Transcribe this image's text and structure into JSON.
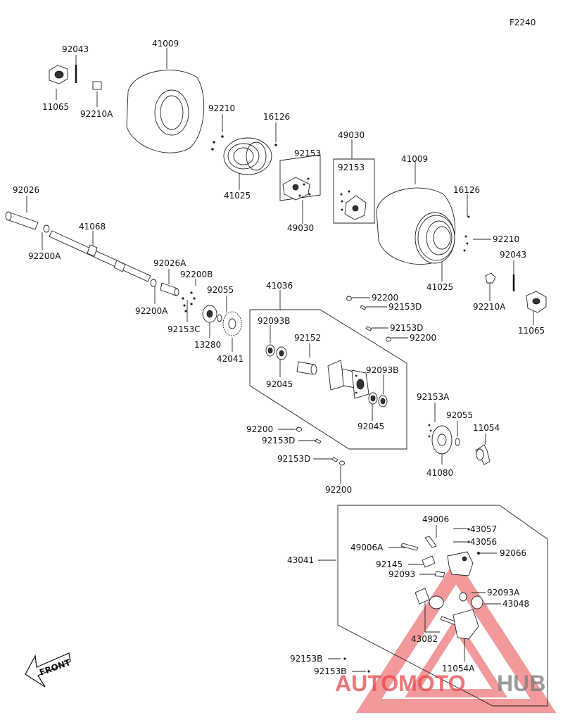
{
  "diagram_code": "F2240",
  "labels": [
    {
      "id": "l01",
      "text": "92043"
    },
    {
      "id": "l02",
      "text": "41009"
    },
    {
      "id": "l03",
      "text": "11065"
    },
    {
      "id": "l04",
      "text": "92210A"
    },
    {
      "id": "l05",
      "text": "92210"
    },
    {
      "id": "l06",
      "text": "16126"
    },
    {
      "id": "l07",
      "text": "49030"
    },
    {
      "id": "l08",
      "text": "92153"
    },
    {
      "id": "l09",
      "text": "41025"
    },
    {
      "id": "l10",
      "text": "49030"
    },
    {
      "id": "l11",
      "text": "41009"
    },
    {
      "id": "l12",
      "text": "92153"
    },
    {
      "id": "l13",
      "text": "16126"
    },
    {
      "id": "l14",
      "text": "92210"
    },
    {
      "id": "l15",
      "text": "92026"
    },
    {
      "id": "l16",
      "text": "41068"
    },
    {
      "id": "l17",
      "text": "92200A"
    },
    {
      "id": "l18",
      "text": "92043"
    },
    {
      "id": "l19",
      "text": "41025"
    },
    {
      "id": "l20",
      "text": "92210A"
    },
    {
      "id": "l21",
      "text": "11065"
    },
    {
      "id": "l22",
      "text": "92026A"
    },
    {
      "id": "l23",
      "text": "92200B"
    },
    {
      "id": "l24",
      "text": "41036"
    },
    {
      "id": "l25",
      "text": "92055"
    },
    {
      "id": "l26",
      "text": "92200A"
    },
    {
      "id": "l27",
      "text": "92153C"
    },
    {
      "id": "l28",
      "text": "13280"
    },
    {
      "id": "l29",
      "text": "42041"
    },
    {
      "id": "l30",
      "text": "92200"
    },
    {
      "id": "l31",
      "text": "92153D"
    },
    {
      "id": "l32",
      "text": "92093B"
    },
    {
      "id": "l33",
      "text": "92153D"
    },
    {
      "id": "l34",
      "text": "92200"
    },
    {
      "id": "l35",
      "text": "92152"
    },
    {
      "id": "l36",
      "text": "92093B"
    },
    {
      "id": "l37",
      "text": "92045"
    },
    {
      "id": "l38",
      "text": "92045"
    },
    {
      "id": "l39",
      "text": "92153A"
    },
    {
      "id": "l40",
      "text": "92055"
    },
    {
      "id": "l41",
      "text": "11054"
    },
    {
      "id": "l42",
      "text": "92200"
    },
    {
      "id": "l43",
      "text": "92153D"
    },
    {
      "id": "l44",
      "text": "92153D"
    },
    {
      "id": "l45",
      "text": "41080"
    },
    {
      "id": "l46",
      "text": "92200"
    },
    {
      "id": "l47",
      "text": "49006"
    },
    {
      "id": "l48",
      "text": "43057"
    },
    {
      "id": "l49",
      "text": "49006A"
    },
    {
      "id": "l50",
      "text": "43056"
    },
    {
      "id": "l51",
      "text": "43041"
    },
    {
      "id": "l52",
      "text": "92066"
    },
    {
      "id": "l53",
      "text": "92145"
    },
    {
      "id": "l54",
      "text": "92093"
    },
    {
      "id": "l55",
      "text": "92093A"
    },
    {
      "id": "l56",
      "text": "43048"
    },
    {
      "id": "l57",
      "text": "43082"
    },
    {
      "id": "l58",
      "text": "92153B"
    },
    {
      "id": "l59",
      "text": "11054A"
    },
    {
      "id": "l60",
      "text": "92153B"
    }
  ],
  "front_arrow": {
    "text": "FRONT"
  },
  "watermark": {
    "text_a": "AUTOMOTO",
    "text_b": "HUB"
  },
  "colors": {
    "ink": "#222222",
    "watermark_red": "#e8474a",
    "watermark_grey": "#7a7a7a"
  }
}
